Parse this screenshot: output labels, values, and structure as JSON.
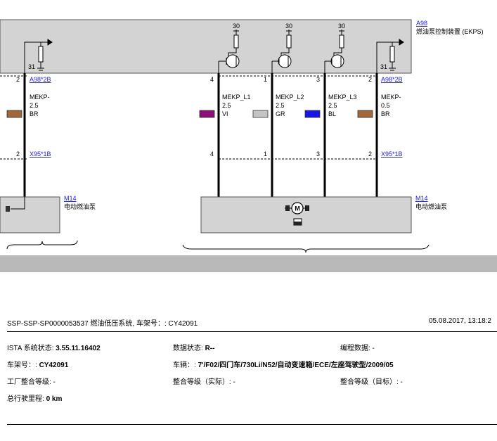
{
  "diagram": {
    "controller": {
      "ref": "A98",
      "name": "燃油泵控制装置 (EKPS)"
    },
    "pump_left": {
      "ref": "M14",
      "name": "电动燃油泵"
    },
    "pump_right": {
      "ref": "M14",
      "name": "电动燃油泵"
    },
    "connector_top": "A98*2B",
    "connector_bottom": "X95*1B",
    "supply_label": "30",
    "ground_label": "31",
    "wires": [
      {
        "pin": "2",
        "name": "MEKP-",
        "size": "2.5",
        "color": "BR",
        "swatch": "#a0673a"
      },
      {
        "pin": "4",
        "name": "MEKP_L1",
        "size": "2.5",
        "color": "VI",
        "swatch": "#8a0f7a"
      },
      {
        "pin": "1",
        "name": "MEKP_L2",
        "size": "2.5",
        "color": "GR",
        "swatch": "#c4c4c4"
      },
      {
        "pin": "3",
        "name": "MEKP_L3",
        "size": "2.5",
        "color": "BL",
        "swatch": "#1616e6"
      },
      {
        "pin": "2",
        "name": "MEKP-",
        "size": "0.5",
        "color": "BR",
        "swatch": "#a0673a"
      }
    ]
  },
  "report": {
    "title": "SSP-SSP-SP0000053537 燃油低压系统, 车架号：: CY42091",
    "timestamp": "05.08.2017, 13:18:2",
    "ista_label": "ISTA 系统状态:",
    "ista_value": "3.55.11.16402",
    "data_label": "数据状态:",
    "data_value": "R--",
    "programming_label": "编程数据: -",
    "vin_label": "车架号：:",
    "vin_value": "CY42091",
    "vehicle_label": "车辆：:",
    "vehicle_value": "7'/F02/四门车/730Li/N52/自动变速箱/ECE/左座驾驶型/2009/05",
    "factory_label": "工厂整合等级: -",
    "actual_label": "整合等级（实际）: -",
    "target_label": "整合等级（目标）: -",
    "mileage_label": "总行驶里程:",
    "mileage_value": "0 km"
  }
}
